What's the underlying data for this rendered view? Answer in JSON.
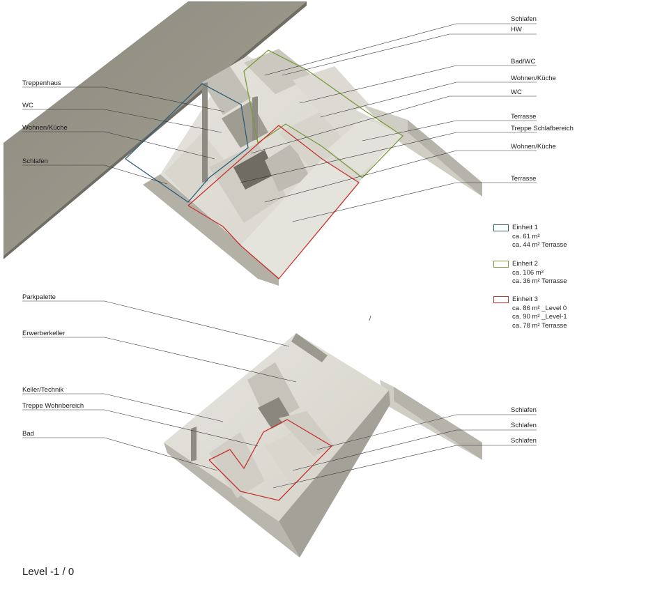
{
  "upper_plan": {
    "labels_left": [
      "Treppenhaus",
      "WC",
      "Wohnen/Küche",
      "Schlafen"
    ],
    "labels_right": [
      "Schlafen",
      "HW",
      "Bad/WC",
      "Wohnen/Küche",
      "WC",
      "Terrasse",
      "Treppe Schlafbereich",
      "Wohnen/Küche",
      "Terrasse"
    ]
  },
  "lower_plan": {
    "labels_left": [
      "Parkpalette",
      "Erwerberkeller",
      "Keller/Technik",
      "Treppe Wohnbereich",
      "Bad"
    ],
    "labels_right": [
      "Schlafen",
      "Schlafen",
      "Schlafen"
    ]
  },
  "legend": [
    {
      "name": "Einheit 1",
      "color": "#2e5d7a",
      "lines": [
        "ca. 61 m²",
        "ca. 44 m² Terrasse"
      ]
    },
    {
      "name": "Einheit 2",
      "color": "#7a9a3a",
      "lines": [
        "ca. 106 m²",
        "ca. 36 m² Terrasse"
      ]
    },
    {
      "name": "Einheit 3",
      "color": "#c8322e",
      "lines": [
        "ca. 86 m²  _Level 0",
        "ca. 90 m²  _Level-1",
        "ca. 78 m² Terrasse"
      ]
    }
  ],
  "level_title": "Level -1 / 0"
}
